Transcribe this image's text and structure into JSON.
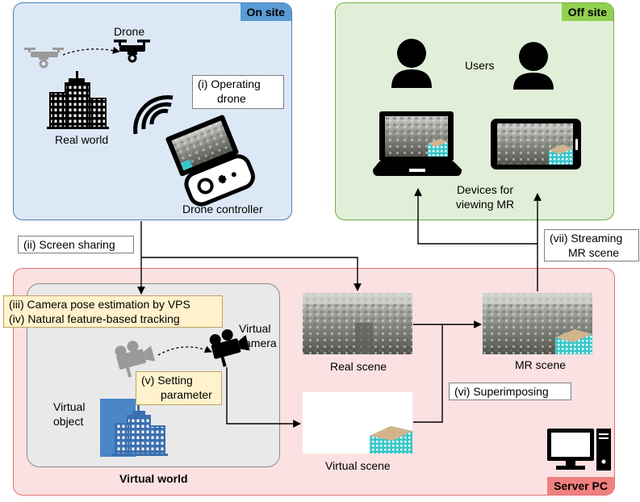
{
  "onsite": {
    "tag": "On site",
    "drone_label": "Drone",
    "real_world_label": "Real world",
    "operating_line1": "(i) Operating",
    "operating_line2": "drone",
    "controller_label": "Drone controller"
  },
  "offsite": {
    "tag": "Off site",
    "users_label": "Users",
    "devices_line1": "Devices for",
    "devices_line2": "viewing MR"
  },
  "steps": {
    "screen_sharing": "(ii) Screen sharing",
    "camera_pose": "(iii) Camera pose estimation by VPS",
    "tracking": "(iv) Natural feature-based tracking",
    "setting_line1": "(v) Setting",
    "setting_line2": "parameter",
    "superimposing": "(vi) Superimposing",
    "streaming_line1": "(vii) Streaming",
    "streaming_line2": "MR scene"
  },
  "server": {
    "tag": "Server PC",
    "virtual_world_label": "Virtual world",
    "virtual_camera_line1": "Virtual",
    "virtual_camera_line2": "camera",
    "virtual_object_line1": "Virtual",
    "virtual_object_line2": "object",
    "real_scene_label": "Real scene",
    "virtual_scene_label": "Virtual scene",
    "mr_scene_label": "MR scene"
  },
  "colors": {
    "onsite_bg": "#dde8f6",
    "offsite_bg": "#e1efd8",
    "server_bg": "#fbe1e1",
    "virtual_world_bg": "#e9e9e9",
    "step_box_highlight": "#fff2cc",
    "virtual_object_blue": "#4a86c8",
    "mr_building_cyan": "#3cc6c9"
  }
}
